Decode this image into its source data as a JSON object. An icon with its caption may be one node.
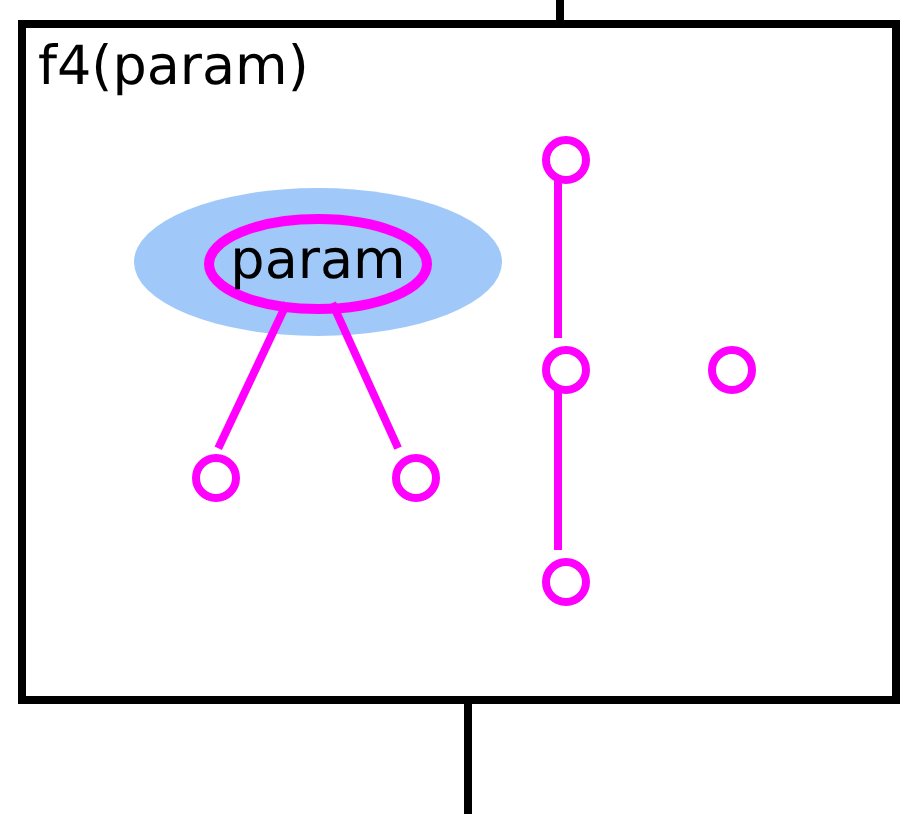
{
  "diagram": {
    "nodes": [
      {
        "text": [
          "f4(param)"
        ]
      },
      {
        "text": [
          "param"
        ],
        "in": 0
      },
      {
        "text": [],
        "shape": "circle",
        "in": 0
      },
      {
        "text": [],
        "shape": "circle",
        "in": 0
      },
      {
        "text": [],
        "shape": "circle",
        "in": 0
      },
      {
        "text": [],
        "shape": "circle",
        "in": 0
      },
      {
        "text": [],
        "shape": "circle",
        "in": 0
      },
      {
        "text": [],
        "shape": "circle",
        "in": 0
      }
    ],
    "edges": [
      {
        "from": 1,
        "to": 2,
        "arrow": "none"
      },
      {
        "from": 1,
        "to": 3,
        "arrow": "none"
      },
      {
        "from": 4,
        "to": 5,
        "arrow": "none"
      },
      {
        "from": 5,
        "to": 6,
        "arrow": "none"
      },
      {
        "from": null,
        "to": 0,
        "arrow": "none",
        "color": "#000000"
      },
      {
        "from": 0,
        "to": null,
        "arrow": "none",
        "color": "#000000"
      }
    ]
  }
}
